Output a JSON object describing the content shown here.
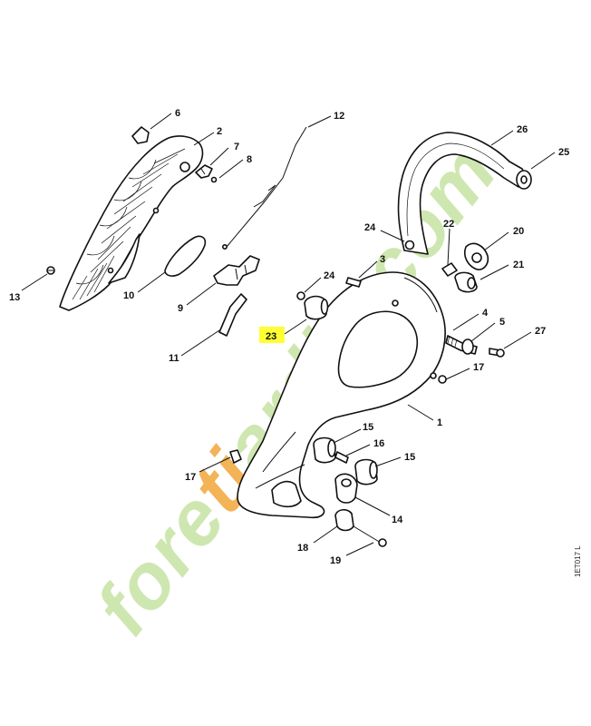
{
  "diagram": {
    "drawing_code": "1ET017 L",
    "watermark": {
      "text": "foretjardin.com",
      "accent_color": "#f2a63a",
      "main_color": "#c6e3a3"
    },
    "highlight_color": "#ffff33",
    "callouts": [
      {
        "id": "c6",
        "label": "6"
      },
      {
        "id": "c2",
        "label": "2"
      },
      {
        "id": "c7",
        "label": "7"
      },
      {
        "id": "c8",
        "label": "8"
      },
      {
        "id": "c12",
        "label": "12"
      },
      {
        "id": "c26",
        "label": "26"
      },
      {
        "id": "c25",
        "label": "25"
      },
      {
        "id": "c24a",
        "label": "24"
      },
      {
        "id": "c22",
        "label": "22"
      },
      {
        "id": "c20",
        "label": "20"
      },
      {
        "id": "c21",
        "label": "21"
      },
      {
        "id": "c13",
        "label": "13"
      },
      {
        "id": "c10",
        "label": "10"
      },
      {
        "id": "c9",
        "label": "9"
      },
      {
        "id": "c24b",
        "label": "24"
      },
      {
        "id": "c3",
        "label": "3"
      },
      {
        "id": "c23",
        "label": "23",
        "highlighted": true
      },
      {
        "id": "c11",
        "label": "11"
      },
      {
        "id": "c4",
        "label": "4"
      },
      {
        "id": "c5",
        "label": "5"
      },
      {
        "id": "c27",
        "label": "27"
      },
      {
        "id": "c17a",
        "label": "17"
      },
      {
        "id": "c1",
        "label": "1"
      },
      {
        "id": "c15a",
        "label": "15"
      },
      {
        "id": "c16",
        "label": "16"
      },
      {
        "id": "c15b",
        "label": "15"
      },
      {
        "id": "c17b",
        "label": "17"
      },
      {
        "id": "c14",
        "label": "14"
      },
      {
        "id": "c18",
        "label": "18"
      },
      {
        "id": "c19",
        "label": "19"
      }
    ]
  }
}
